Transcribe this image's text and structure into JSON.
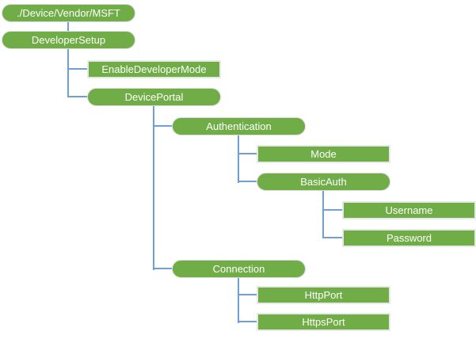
{
  "diagram": {
    "type": "tree",
    "description": "CSP configuration node hierarchy tree diagram",
    "colors": {
      "background": "#ffffff",
      "node_fill": "#70ad47",
      "node_text": "#ffffff",
      "pill_border": "#dcdcdc",
      "rect_border": "#e8e8e8",
      "connector": "#6f9fd8"
    },
    "nodes": [
      {
        "id": "root",
        "label": "./Device/Vendor/MSFT",
        "shape": "pill",
        "parent": null
      },
      {
        "id": "developersetup",
        "label": "DeveloperSetup",
        "shape": "pill",
        "parent": "root"
      },
      {
        "id": "enabledevelopermode",
        "label": "EnableDeveloperMode",
        "shape": "rect",
        "parent": "developersetup"
      },
      {
        "id": "deviceportal",
        "label": "DevicePortal",
        "shape": "pill",
        "parent": "developersetup"
      },
      {
        "id": "authentication",
        "label": "Authentication",
        "shape": "pill",
        "parent": "deviceportal"
      },
      {
        "id": "mode",
        "label": "Mode",
        "shape": "rect",
        "parent": "authentication"
      },
      {
        "id": "basicauth",
        "label": "BasicAuth",
        "shape": "pill",
        "parent": "authentication"
      },
      {
        "id": "username",
        "label": "Username",
        "shape": "rect",
        "parent": "basicauth"
      },
      {
        "id": "password",
        "label": "Password",
        "shape": "rect",
        "parent": "basicauth"
      },
      {
        "id": "connection",
        "label": "Connection",
        "shape": "pill",
        "parent": "deviceportal"
      },
      {
        "id": "httpport",
        "label": "HttpPort",
        "shape": "rect",
        "parent": "connection"
      },
      {
        "id": "httpsport",
        "label": "HttpsPort",
        "shape": "rect",
        "parent": "connection"
      }
    ]
  }
}
